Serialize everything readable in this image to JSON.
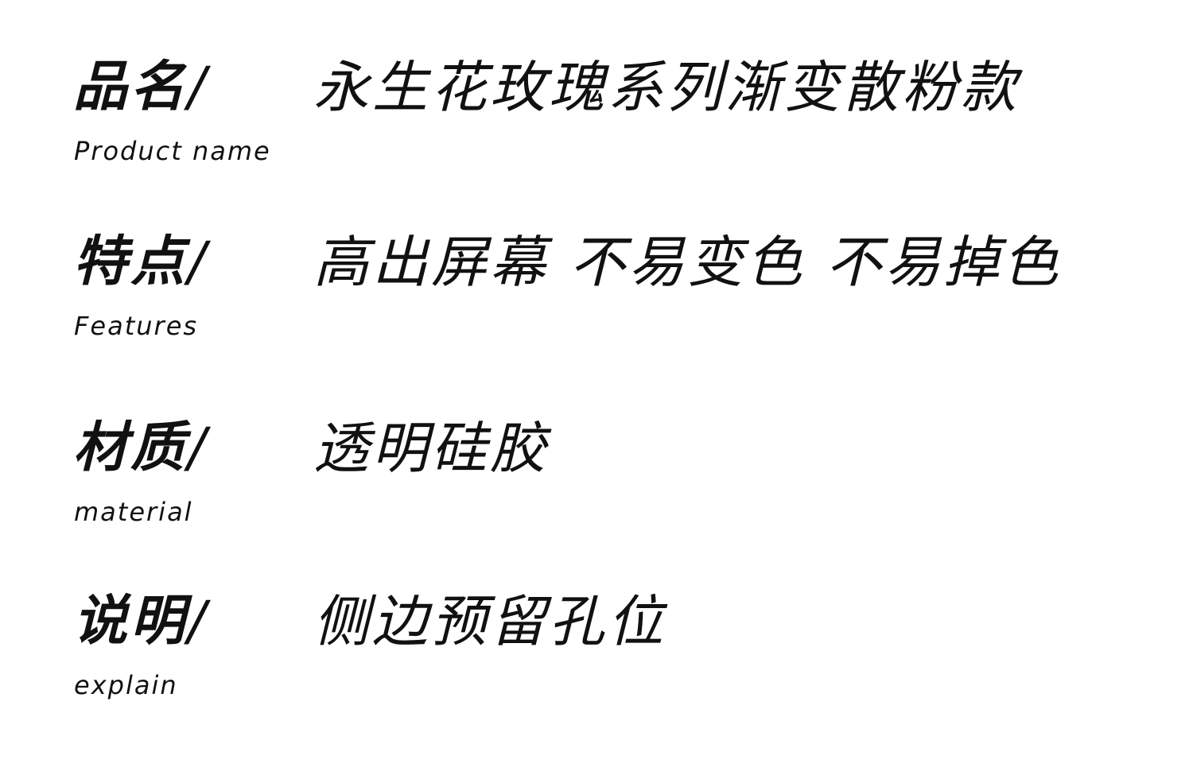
{
  "specs": [
    {
      "label_cn": "品名",
      "slash": "/",
      "label_en": "Product name",
      "value": "永生花玫瑰系列渐变散粉款"
    },
    {
      "label_cn": "特点",
      "slash": "/",
      "label_en": "Features",
      "value": "高出屏幕 不易变色 不易掉色"
    },
    {
      "label_cn": "材质",
      "slash": "/",
      "label_en": "material",
      "value": "透明硅胶"
    },
    {
      "label_cn": "说明",
      "slash": "/",
      "label_en": "explain",
      "value": "侧边预留孔位"
    }
  ]
}
